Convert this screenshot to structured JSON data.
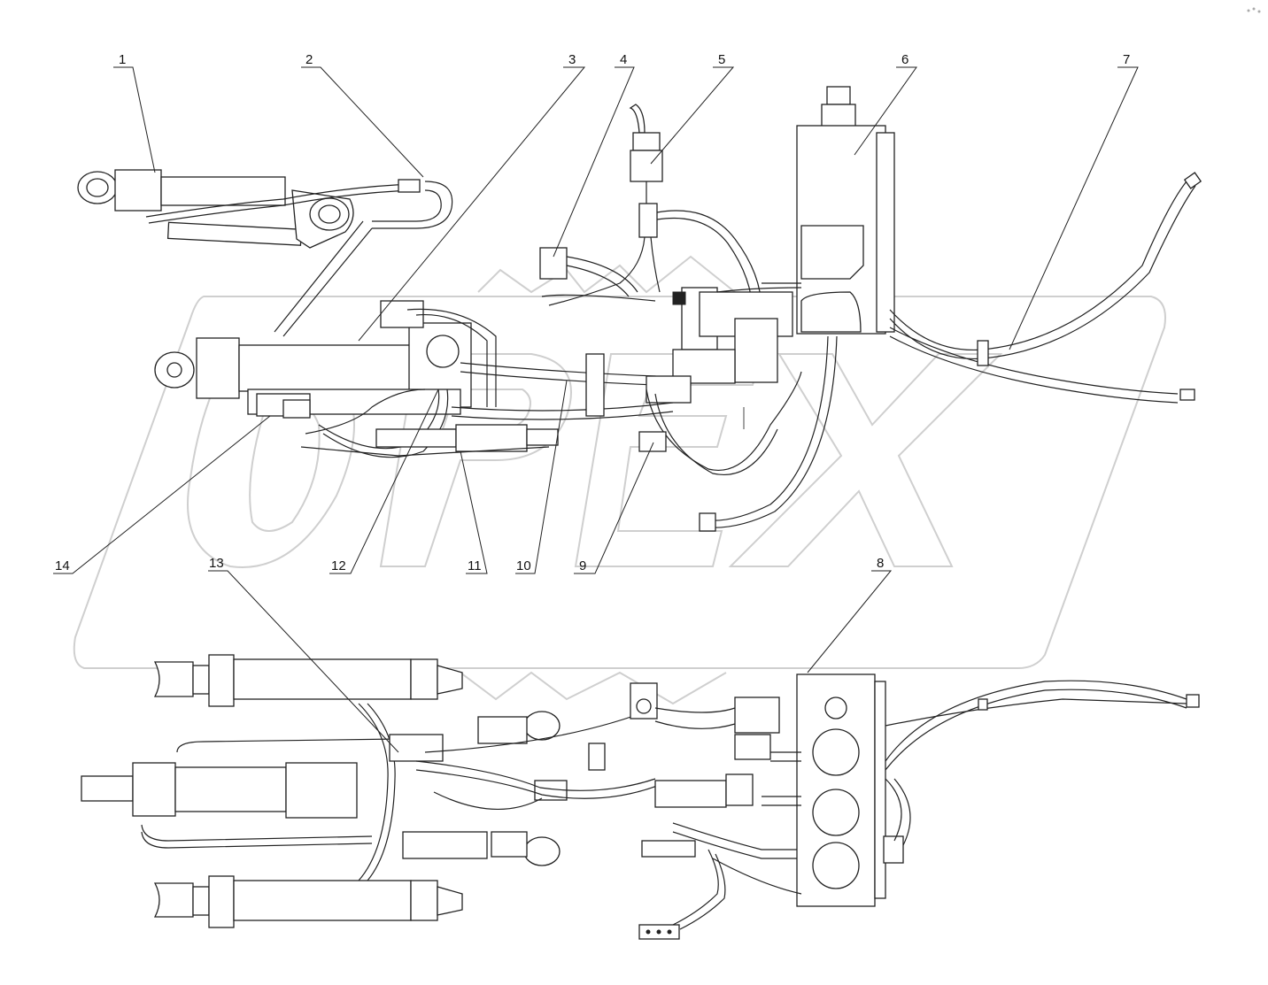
{
  "callouts": [
    {
      "id": "c1",
      "label": "1"
    },
    {
      "id": "c2",
      "label": "2"
    },
    {
      "id": "c3",
      "label": "3"
    },
    {
      "id": "c4",
      "label": "4"
    },
    {
      "id": "c5",
      "label": "5"
    },
    {
      "id": "c6",
      "label": "6"
    },
    {
      "id": "c7",
      "label": "7"
    },
    {
      "id": "c8",
      "label": "8"
    },
    {
      "id": "c9",
      "label": "9"
    },
    {
      "id": "c10",
      "label": "10"
    },
    {
      "id": "c11",
      "label": "11"
    },
    {
      "id": "c12",
      "label": "12"
    },
    {
      "id": "c13",
      "label": "13"
    },
    {
      "id": "c14",
      "label": "14"
    }
  ],
  "watermark": {
    "text": "OPEX"
  },
  "colors": {
    "line": "#222222",
    "watermark": "#cfcfcf",
    "background": "#ffffff"
  }
}
